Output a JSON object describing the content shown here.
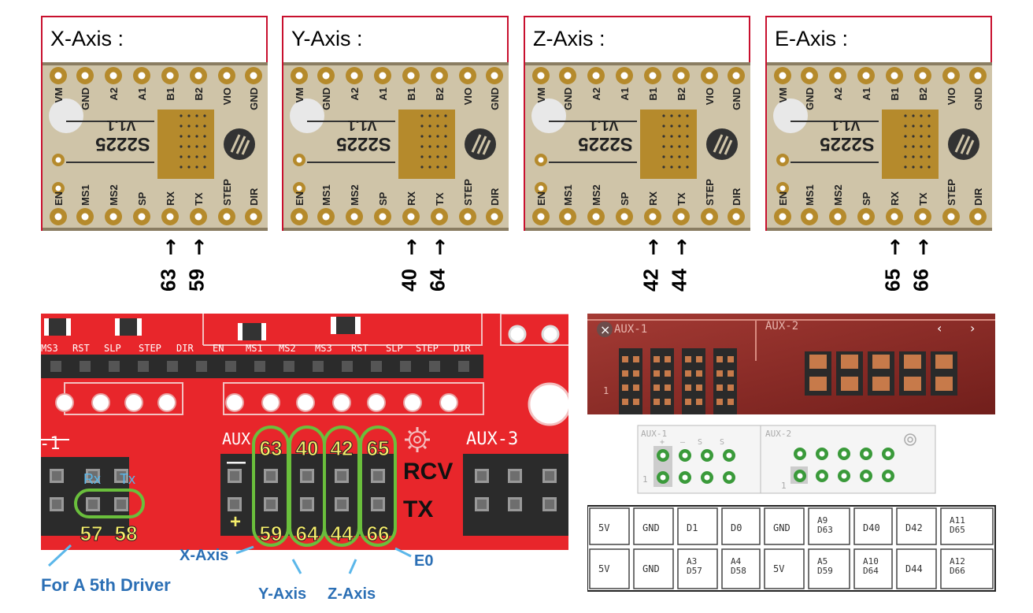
{
  "axes": [
    {
      "title": "X-Axis :",
      "rx_pin": "63",
      "tx_pin": "59"
    },
    {
      "title": "Y-Axis :",
      "rx_pin": "40",
      "tx_pin": "64"
    },
    {
      "title": "Z-Axis :",
      "rx_pin": "42",
      "tx_pin": "44"
    },
    {
      "title": "E-Axis :",
      "rx_pin": "65",
      "tx_pin": "66"
    }
  ],
  "driver": {
    "model": "S2225",
    "version": "V1.1",
    "top_pins": [
      "VM",
      "GND",
      "A2",
      "A1",
      "B1",
      "B2",
      "VIO",
      "GND"
    ],
    "bottom_pins": [
      "EN",
      "MS1",
      "MS2",
      "SP",
      "RX",
      "TX",
      "STEP",
      "DIR"
    ]
  },
  "ramps": {
    "top_labels_left": [
      "MS3",
      "RST",
      "SLP",
      "STEP",
      "DIR"
    ],
    "top_labels_right": [
      "EN",
      "MS1",
      "MS2",
      "MS3",
      "RST",
      "SLP",
      "STEP",
      "DIR"
    ],
    "aux1_label": "-1",
    "aux2_label": "AUX",
    "aux3_label": "AUX-3",
    "rx_label": "Rx",
    "tx_label": "Tx",
    "rx_pin": "57",
    "tx_pin": "58",
    "top_row_pins": [
      "63",
      "40",
      "42",
      "65"
    ],
    "bottom_row_pins": [
      "59",
      "64",
      "44",
      "66"
    ],
    "minus": "—",
    "plus": "+",
    "rcv_label": "RCV",
    "tx_row_label": "TX",
    "x_axis": "X-Axis",
    "y_axis": "Y-Axis",
    "z_axis": "Z-Axis",
    "e0": "E0",
    "fifth_driver": "For A 5th Driver"
  },
  "aux_photo": {
    "aux1": "AUX-1",
    "aux2": "AUX-2",
    "one": "1",
    "diagram_aux1": "AUX-1",
    "diagram_aux2": "AUX-2",
    "diagram_signs": [
      "+",
      "—",
      "S",
      "S"
    ],
    "diagram_one_a": "1",
    "diagram_one_b": "1",
    "table_top": [
      [
        "5V"
      ],
      [
        "GND"
      ],
      [
        "D1"
      ],
      [
        "D0"
      ],
      [
        "GND"
      ],
      [
        "A9",
        "D63"
      ],
      [
        "D40"
      ],
      [
        "D42"
      ],
      [
        "A11",
        "D65"
      ]
    ],
    "table_bottom": [
      [
        "5V"
      ],
      [
        "GND"
      ],
      [
        "A3",
        "D57"
      ],
      [
        "A4",
        "D58"
      ],
      [
        "5V"
      ],
      [
        "A5",
        "D59"
      ],
      [
        "A10",
        "D64"
      ],
      [
        "D44"
      ],
      [
        "A12",
        "D66"
      ]
    ]
  },
  "colors": {
    "border": "#c8102e",
    "pcb_tan": "#cfc4a8",
    "chip_gold": "#b58a2c",
    "ramps_red": "#e8262b",
    "green": "#6abf3c",
    "label_yellow": "#f5ee6b",
    "label_blue": "#3d7fc4"
  }
}
